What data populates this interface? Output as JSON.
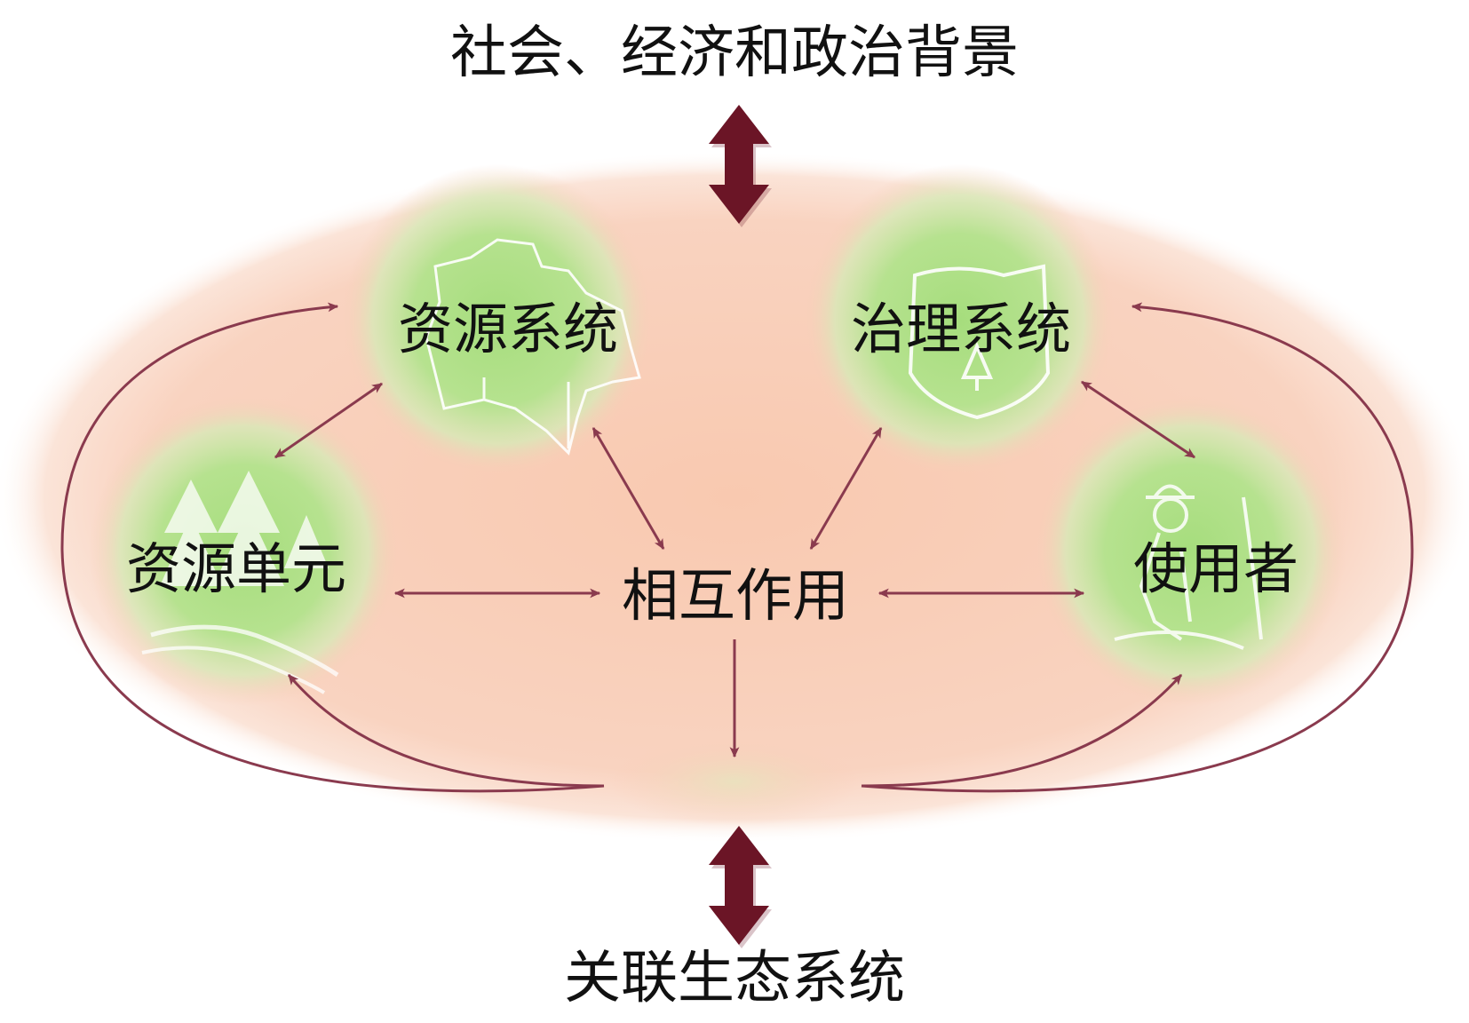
{
  "context_label": "社会、经济和政治背景",
  "ecosystem_label": "关联生态系统",
  "nodes": {
    "resource_system": "资源系统",
    "governance_system": "治理系统",
    "resource_units": "资源单元",
    "users": "使用者",
    "interactions": "相互作用"
  },
  "colors": {
    "ellipse_fill": "#f8cdb8",
    "node_glow": "#a6dd7d",
    "arrow": "#8a3a4e",
    "thick_arrow": "#6b1526"
  }
}
